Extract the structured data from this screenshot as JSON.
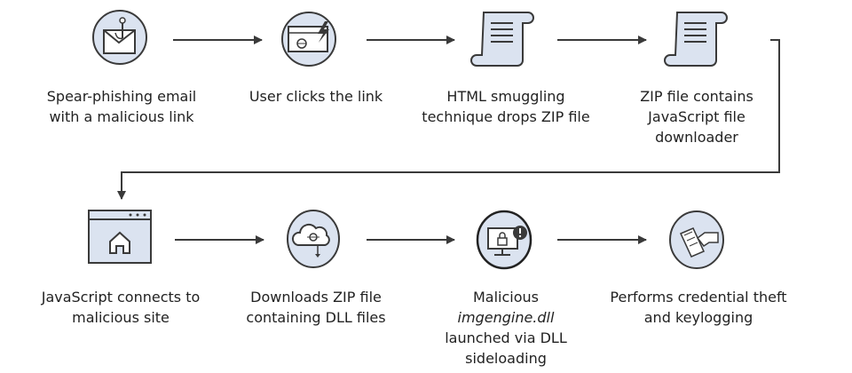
{
  "steps": [
    {
      "icon": "phishing-email-icon",
      "label": "Spear-phishing email with a malicious link"
    },
    {
      "icon": "browser-click-icon",
      "label": "User clicks the link"
    },
    {
      "icon": "scroll-document-icon",
      "label": "HTML smuggling technique drops ZIP file"
    },
    {
      "icon": "scroll-document-icon",
      "label": "ZIP file contains JavaScript file downloader"
    },
    {
      "icon": "browser-home-icon",
      "label": "JavaScript connects to malicious site"
    },
    {
      "icon": "cloud-malware-download-icon",
      "label": "Downloads ZIP file containing DLL files"
    },
    {
      "icon": "locked-monitor-alert-icon",
      "label_pre": "Malicious",
      "label_em": "imgengine.dll",
      "label_post": "launched via DLL sideloading"
    },
    {
      "icon": "credential-theft-icon",
      "label": "Performs credential theft and keylogging"
    }
  ],
  "colors": {
    "icon_fill": "#dbe3f0",
    "stroke": "#3a3a3a",
    "text": "#222222"
  }
}
